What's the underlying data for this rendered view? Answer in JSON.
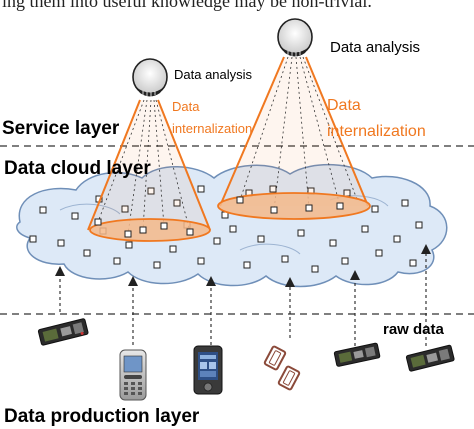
{
  "header_fragment": "ing them into useful knowledge may be non-trivial.",
  "layers": {
    "service": "Service layer",
    "cloud": "Data cloud layer",
    "production": "Data production layer"
  },
  "labels": {
    "raw_data": "raw data"
  },
  "analysis_nodes": [
    {
      "label": "Data analysis",
      "internalization_line1": "Data",
      "internalization_line2": "internalization"
    },
    {
      "label": "Data analysis",
      "internalization_line1": "Data",
      "internalization_line2": "internalization"
    }
  ],
  "devices": [
    {
      "icon": "sensor-board-icon"
    },
    {
      "icon": "cell-phone-icon"
    },
    {
      "icon": "pda-icon"
    },
    {
      "icon": "rfid-tags-icon"
    },
    {
      "icon": "sensor-board-icon"
    },
    {
      "icon": "sensor-board-icon"
    }
  ],
  "colors": {
    "internalization": "#f07820",
    "cloud_fill": "#dde9f7",
    "cloud_stroke": "#6f8fb8",
    "layer_line": "#333333"
  }
}
